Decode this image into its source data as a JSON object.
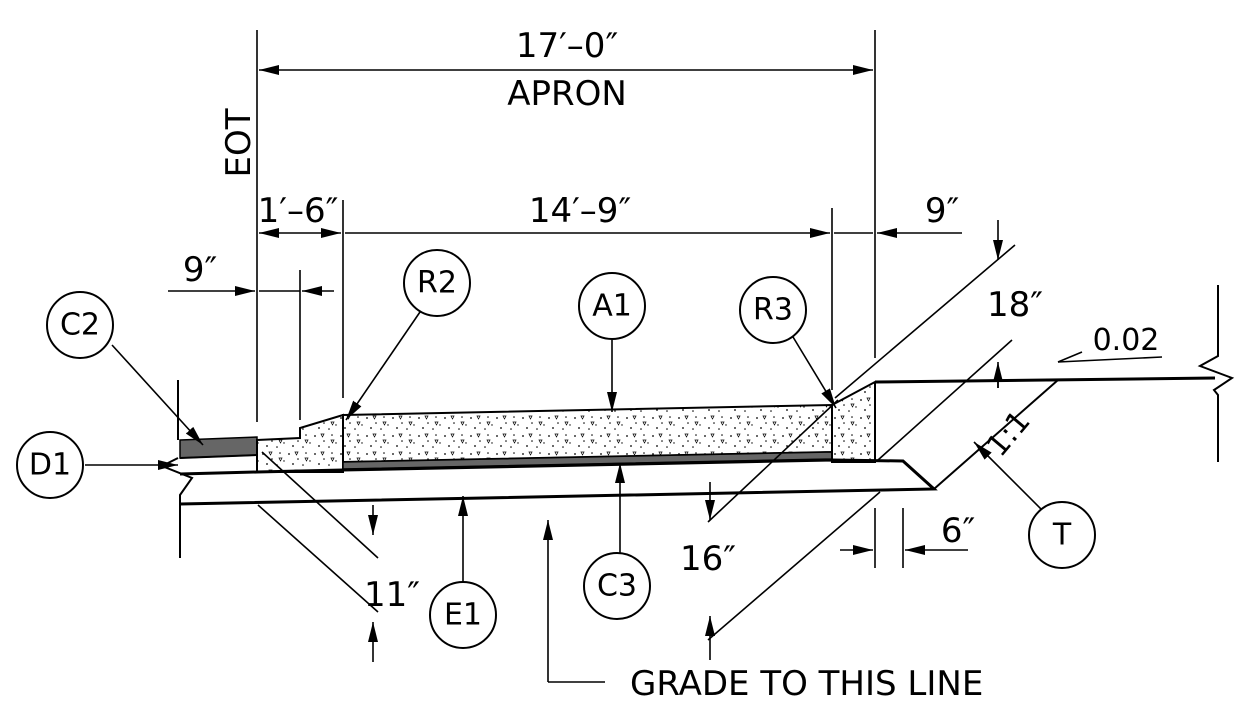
{
  "dims": {
    "apron_len": "17′–0″",
    "apron_label": "APRON",
    "eot": "EOT",
    "d_1_6": "1′–6″",
    "d_14_9": "14′–9″",
    "d_9_right": "9″",
    "d_9_left": "9″",
    "d_18": "18″",
    "slope": "0.02",
    "ratio": "1:1",
    "d_16": "16″",
    "d_6": "6″",
    "d_11": "11″",
    "grade_note": "GRADE TO  THIS LINE"
  },
  "callouts": {
    "C2": "C2",
    "R2": "R2",
    "A1": "A1",
    "R3": "R3",
    "D1": "D1",
    "E1": "E1",
    "C3": "C3",
    "T": "T"
  }
}
